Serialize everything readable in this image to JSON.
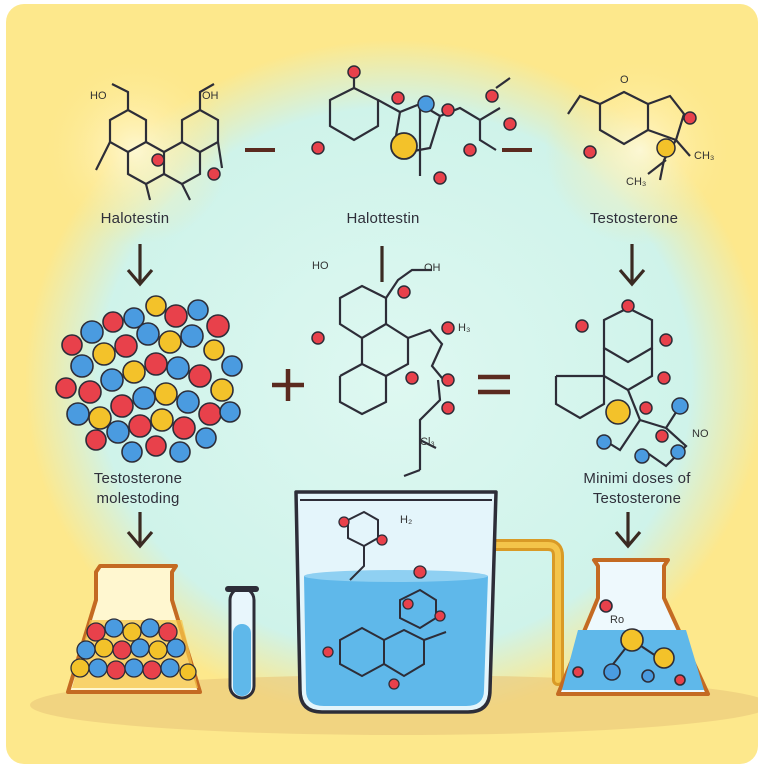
{
  "labels": {
    "left_molecule": "Halotestin",
    "center_molecule": "Halottestin",
    "right_molecule": "Testosterone",
    "left_cluster_line1": "Testosterone",
    "left_cluster_line2": "molestoding",
    "right_result_line1": "Minimi doses of",
    "right_result_line2": "Testosterone"
  },
  "atom_labels": {
    "left_oh_a": "HO",
    "left_oh_b": "OH",
    "right_o_top": "O",
    "right_ch3_a": "CH₃",
    "right_ch3_b": "CH₃",
    "mid_ho": "HO",
    "mid_oh": "OH",
    "mid_h3": "H₃",
    "mid_cl": "Cl₃",
    "beaker_h2": "H₂",
    "right_ro": "Ro",
    "right_no": "NO"
  },
  "operators": {
    "minus_a": "−",
    "minus_b": "−",
    "plus": "+",
    "equals": "="
  },
  "colors": {
    "background": "#fde88c",
    "glow": "#d5f7ee",
    "liquid": "#5fb8ea",
    "atom_red": "#e8414b",
    "atom_blue": "#4a9be0",
    "atom_yellow": "#f3c22a",
    "bond": "#2d2d38"
  }
}
